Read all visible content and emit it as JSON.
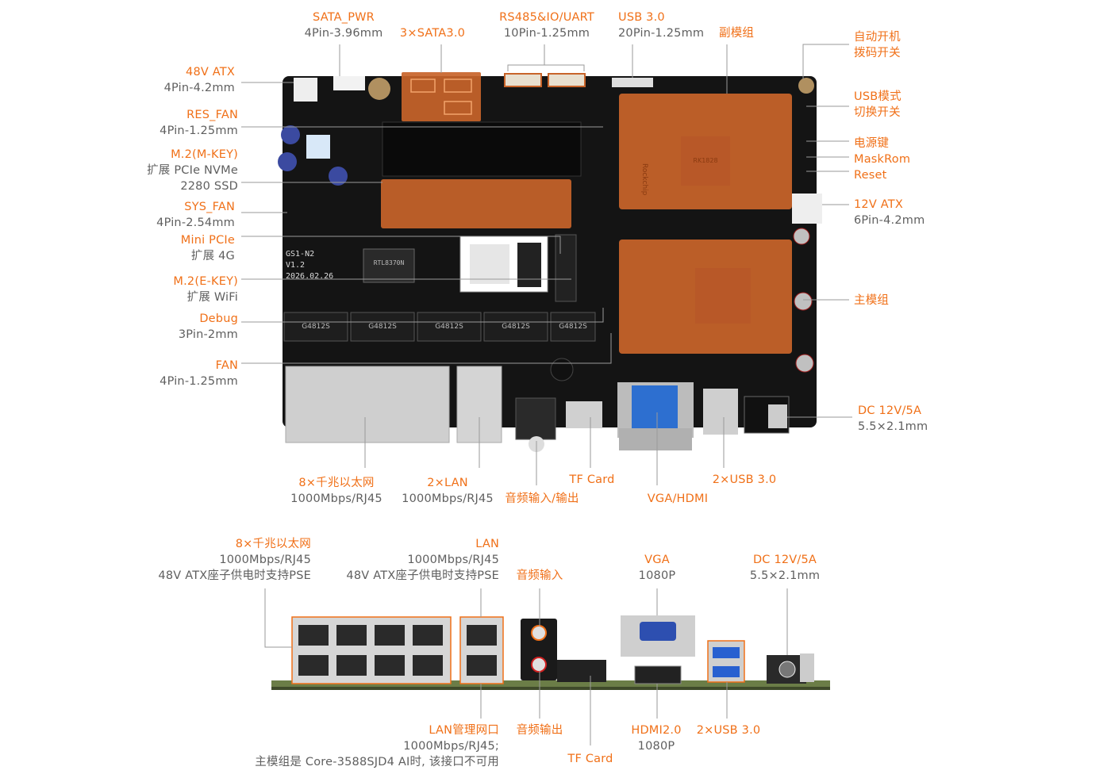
{
  "board": {
    "silk_model": "GS1-N2",
    "silk_version": "V1.2",
    "silk_date": "2026.02.26",
    "chip_brand": "Rockchip",
    "chip_model": "RK1828",
    "lan_chip": "RTL8370N",
    "transformer_label": "G4812S"
  },
  "top_labels": {
    "sata_pwr": {
      "title": "SATA_PWR",
      "sub": "4Pin-3.96mm"
    },
    "sata3": {
      "title": "3×SATA3.0"
    },
    "rs485": {
      "title": "RS485&IO/UART",
      "sub": "10Pin-1.25mm"
    },
    "usb30_top": {
      "title": "USB 3.0",
      "sub": "20Pin-1.25mm"
    },
    "sub_module": {
      "title": "副模组"
    },
    "atx48": {
      "title": "48V ATX",
      "sub": "4Pin-4.2mm"
    },
    "res_fan": {
      "title": "RES_FAN",
      "sub": "4Pin-1.25mm"
    },
    "m2m": {
      "title": "M.2(M-KEY)",
      "sub": "扩展 PCIe NVMe",
      "sub2": "2280 SSD"
    },
    "sys_fan": {
      "title": "SYS_FAN",
      "sub": "4Pin-2.54mm"
    },
    "mini_pcie": {
      "title": "Mini PCIe",
      "sub": "扩展 4G"
    },
    "m2e": {
      "title": "M.2(E-KEY)",
      "sub": "扩展 WiFi"
    },
    "debug": {
      "title": "Debug",
      "sub": "3Pin-2mm"
    },
    "fan": {
      "title": "FAN",
      "sub": "4Pin-1.25mm"
    },
    "auto_power": {
      "title": "自动开机",
      "title2": "拨码开关"
    },
    "usb_mode": {
      "title": "USB模式",
      "title2": "切换开关"
    },
    "power_key": {
      "title": "电源键"
    },
    "maskrom": {
      "title": "MaskRom"
    },
    "reset": {
      "title": "Reset"
    },
    "atx12": {
      "title": "12V ATX",
      "sub": "6Pin-4.2mm"
    },
    "main_module": {
      "title": "主模组"
    },
    "dc_top": {
      "title": "DC 12V/5A",
      "sub": "5.5×2.1mm"
    },
    "lan8_top": {
      "title": "8×千兆以太网",
      "sub": "1000Mbps/RJ45"
    },
    "lan2_top": {
      "title": "2×LAN",
      "sub": "1000Mbps/RJ45"
    },
    "audio_io": {
      "title": "音频输入/输出"
    },
    "tf_top": {
      "title": "TF Card"
    },
    "vga_hdmi": {
      "title": "VGA/HDMI"
    },
    "usb2x_top": {
      "title": "2×USB 3.0"
    }
  },
  "bottom_labels": {
    "lan8": {
      "title": "8×千兆以太网",
      "sub": "1000Mbps/RJ45",
      "sub2": "48V ATX座子供电时支持PSE"
    },
    "lan": {
      "title": "LAN",
      "sub": "1000Mbps/RJ45",
      "sub2": "48V ATX座子供电时支持PSE"
    },
    "audio_in": {
      "title": "音频输入"
    },
    "vga": {
      "title": "VGA",
      "sub": "1080P"
    },
    "dc": {
      "title": "DC 12V/5A",
      "sub": "5.5×2.1mm"
    },
    "lan_mgmt": {
      "title": "LAN管理网口",
      "sub": "1000Mbps/RJ45;",
      "sub2": "主模组是 Core-3588SJD4 AI时, 该接口不可用"
    },
    "audio_out": {
      "title": "音频输出"
    },
    "tf": {
      "title": "TF Card"
    },
    "hdmi": {
      "title": "HDMI2.0",
      "sub": "1080P"
    },
    "usb2x": {
      "title": "2×USB 3.0"
    }
  },
  "colors": {
    "accent": "#f07018",
    "sub_text": "#5f5f5f",
    "pcb": "#141414",
    "module": "#c8642a",
    "line": "#9a9a9a"
  }
}
